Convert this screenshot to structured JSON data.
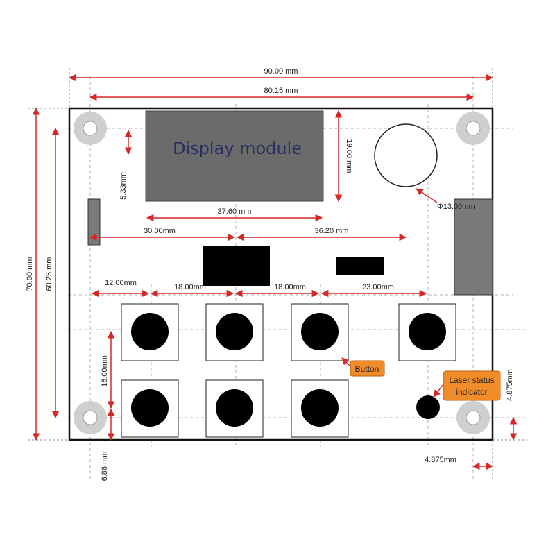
{
  "title": "",
  "components": {
    "display_label": "Display module",
    "button_label": "Button",
    "indicator_label_line1": "Laser status",
    "indicator_label_line2": "indicator",
    "diameter_label": "Φ13.00mm"
  },
  "dimensions": {
    "total_width": "90.00 mm",
    "hole_spacing_x": "80.15 mm",
    "total_height": "70.00 mm",
    "hole_spacing_y": "60.25 mm",
    "display_width": "37.60 mm",
    "display_height": "19.00 mm",
    "display_offset": "5.33mm",
    "left_to_center": "30.00mm",
    "center_to_right": "36.20 mm",
    "btn_offset_left": "12.00mm",
    "btn_pitch_1": "18.00mm",
    "btn_pitch_2": "18.00mm",
    "btn_pitch_3": "23.00mm",
    "btn_row_pitch": "16.00mm",
    "bottom_offset": "6.86 mm",
    "hole_inset_right": "4.875mm",
    "hole_inset_bottom": "4.875mm"
  },
  "colors": {
    "dimension": "#d62828",
    "board_outline": "#111111",
    "display": "#6b6b6b",
    "side_module": "#7a7a7a",
    "button_cap": "#000000",
    "callout_fill": "#f28c28",
    "hole_ring": "#c9c9c9",
    "guide": "#b0b0b0"
  }
}
